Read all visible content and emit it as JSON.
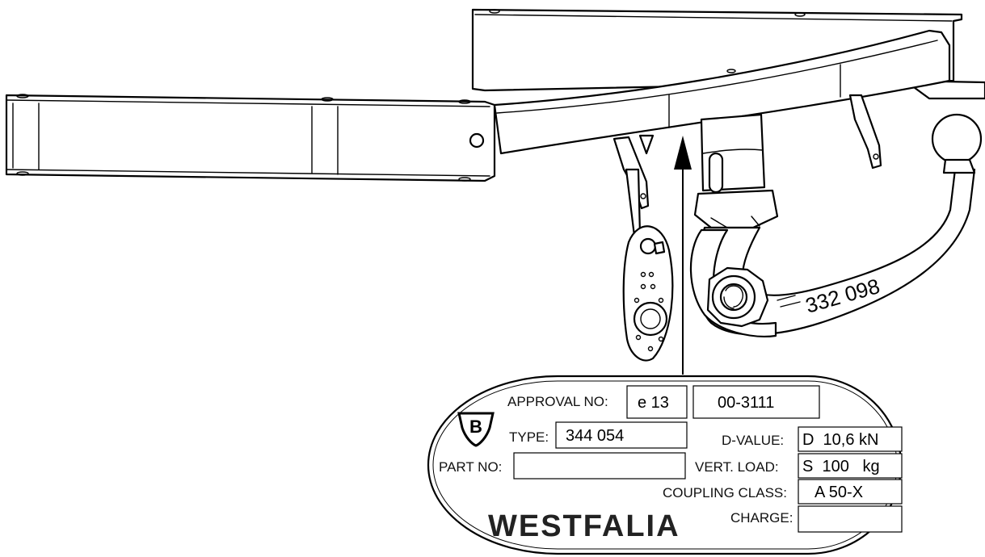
{
  "drawing": {
    "part_marking": "332 098"
  },
  "plate": {
    "approval_label": "APPROVAL NO:",
    "approval_prefix": "e 13",
    "approval_number": "00-3111",
    "badge_letter": "B",
    "type_label": "TYPE:",
    "type_value": "344 054",
    "part_label": "PART NO:",
    "part_value": "",
    "dvalue_label": "D-VALUE:",
    "dvalue_value": "D  10,6 kN",
    "vertload_label": "VERT. LOAD:",
    "vertload_value": "S  100   kg",
    "class_label": "COUPLING CLASS:",
    "class_value": "A 50-X",
    "charge_label": "CHARGE:",
    "charge_value": "",
    "brand": "WESTFALIA"
  },
  "colors": {
    "line": "#000000",
    "fill": "#ffffff"
  }
}
